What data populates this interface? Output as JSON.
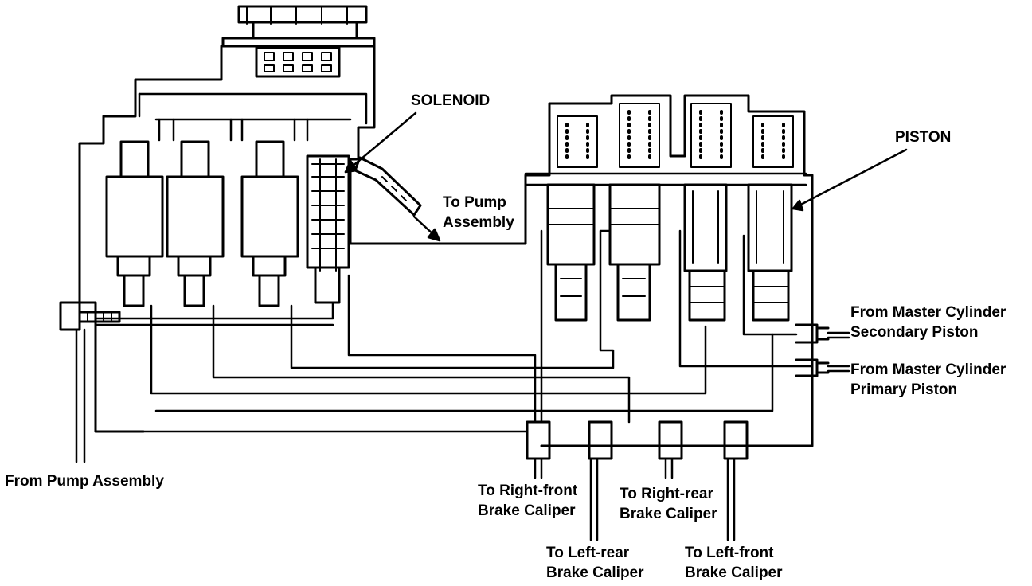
{
  "labels": {
    "solenoid": "SOLENOID",
    "piston": "PISTON",
    "to_pump": [
      "To Pump",
      "Assembly"
    ],
    "from_master_secondary": [
      "From Master Cylinder",
      "Secondary Piston"
    ],
    "from_master_primary": [
      "From Master Cylinder",
      "Primary Piston"
    ],
    "from_pump": "From Pump Assembly",
    "to_right_front": [
      "To Right-front",
      "Brake Caliper"
    ],
    "to_right_rear": [
      "To Right-rear",
      "Brake Caliper"
    ],
    "to_left_rear": [
      "To Left-rear",
      "Brake Caliper"
    ],
    "to_left_front": [
      "To Left-front",
      "Brake Caliper"
    ]
  },
  "colors": {
    "ink": "#000000",
    "paper": "#ffffff"
  }
}
